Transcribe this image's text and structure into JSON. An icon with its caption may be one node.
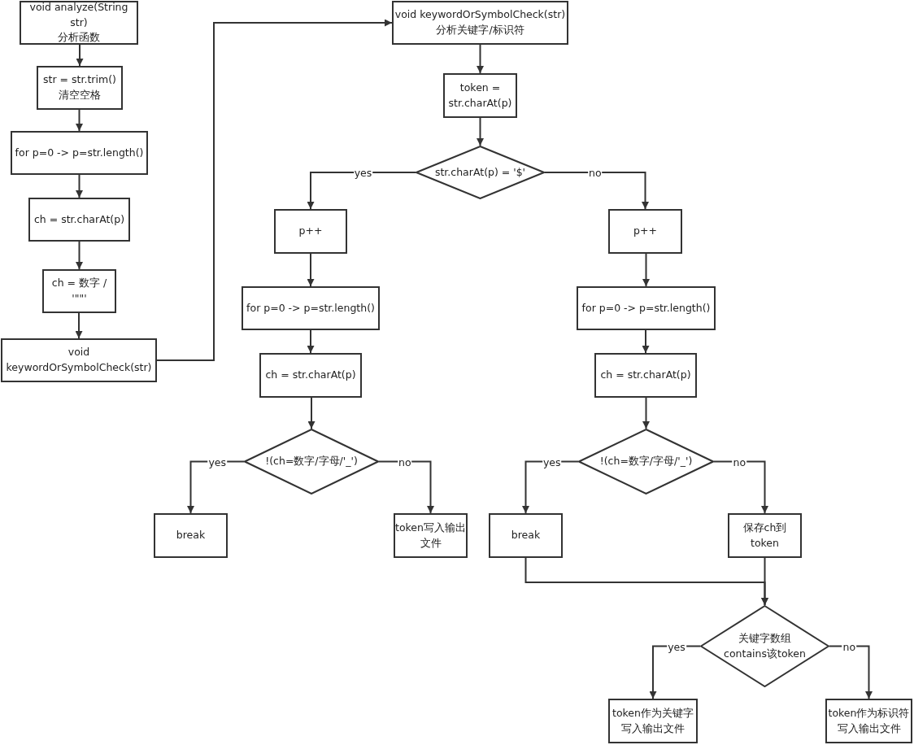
{
  "diagram": {
    "nodes": [
      {
        "text": [
          "void analyze(String str)",
          "分析函数"
        ]
      },
      {
        "text": [
          "str = str.trim()",
          "清空空格"
        ]
      },
      {
        "text": [
          "for p=0 -> p=str.length()"
        ]
      },
      {
        "text": [
          "ch = str.charAt(p)"
        ]
      },
      {
        "text": [
          "ch = 数字 / '\"\"'"
        ]
      },
      {
        "text": [
          "void keywordOrSymbolCheck(str)"
        ]
      },
      {
        "text": [
          "void keywordOrSymbolCheck(str)",
          "分析关键字/标识符"
        ]
      },
      {
        "text": [
          "token = str.charAt(p)"
        ]
      },
      {
        "text": [
          "str.charAt(p) = '$'"
        ]
      },
      {
        "text": [
          "p++"
        ]
      },
      {
        "text": [
          "for p=0 -> p=str.length()"
        ]
      },
      {
        "text": [
          "ch = str.charAt(p)"
        ]
      },
      {
        "text": [
          "!(ch=数字/字母/'_')"
        ]
      },
      {
        "text": [
          "break"
        ]
      },
      {
        "text": [
          "token写入输出文件"
        ]
      },
      {
        "text": [
          "p++"
        ]
      },
      {
        "text": [
          "for p=0 -> p=str.length()"
        ]
      },
      {
        "text": [
          "ch = str.charAt(p)"
        ]
      },
      {
        "text": [
          "!(ch=数字/字母/'_')"
        ]
      },
      {
        "text": [
          "break"
        ]
      },
      {
        "text": [
          "保存ch到token"
        ]
      },
      {
        "text": [
          "关键字数组contains该token"
        ]
      },
      {
        "text": [
          "token作为关键字写入输出文件"
        ]
      },
      {
        "text": [
          "token作为标识符写入输出文件"
        ]
      }
    ],
    "edges": [
      {
        "from": 0,
        "to": 1,
        "arrow": "to"
      },
      {
        "from": 1,
        "to": 2,
        "arrow": "to"
      },
      {
        "from": 2,
        "to": 3,
        "arrow": "to"
      },
      {
        "from": 3,
        "to": 4,
        "arrow": "to"
      },
      {
        "from": 4,
        "to": 5,
        "arrow": "to"
      },
      {
        "from": 5,
        "to": 6,
        "arrow": "to"
      },
      {
        "from": 6,
        "to": 7,
        "arrow": "to"
      },
      {
        "from": 7,
        "to": 8,
        "arrow": "to"
      },
      {
        "from": 8,
        "to": 9,
        "arrow": "to",
        "label": "yes"
      },
      {
        "from": 8,
        "to": 15,
        "arrow": "to",
        "label": "no"
      },
      {
        "from": 9,
        "to": 10,
        "arrow": "to"
      },
      {
        "from": 10,
        "to": 11,
        "arrow": "to"
      },
      {
        "from": 11,
        "to": 12,
        "arrow": "to"
      },
      {
        "from": 12,
        "to": 13,
        "arrow": "to",
        "label": "yes"
      },
      {
        "from": 12,
        "to": 14,
        "arrow": "to",
        "label": "no"
      },
      {
        "from": 15,
        "to": 16,
        "arrow": "to"
      },
      {
        "from": 16,
        "to": 17,
        "arrow": "to"
      },
      {
        "from": 17,
        "to": 18,
        "arrow": "to"
      },
      {
        "from": 18,
        "to": 19,
        "arrow": "to",
        "label": "yes"
      },
      {
        "from": 18,
        "to": 20,
        "arrow": "to",
        "label": "no"
      },
      {
        "from": 19,
        "to": 21,
        "arrow": "to"
      },
      {
        "from": 20,
        "to": 21,
        "arrow": "to"
      },
      {
        "from": 21,
        "to": 22,
        "arrow": "to",
        "label": "yes"
      },
      {
        "from": 21,
        "to": 23,
        "arrow": "to",
        "label": "no"
      }
    ]
  }
}
